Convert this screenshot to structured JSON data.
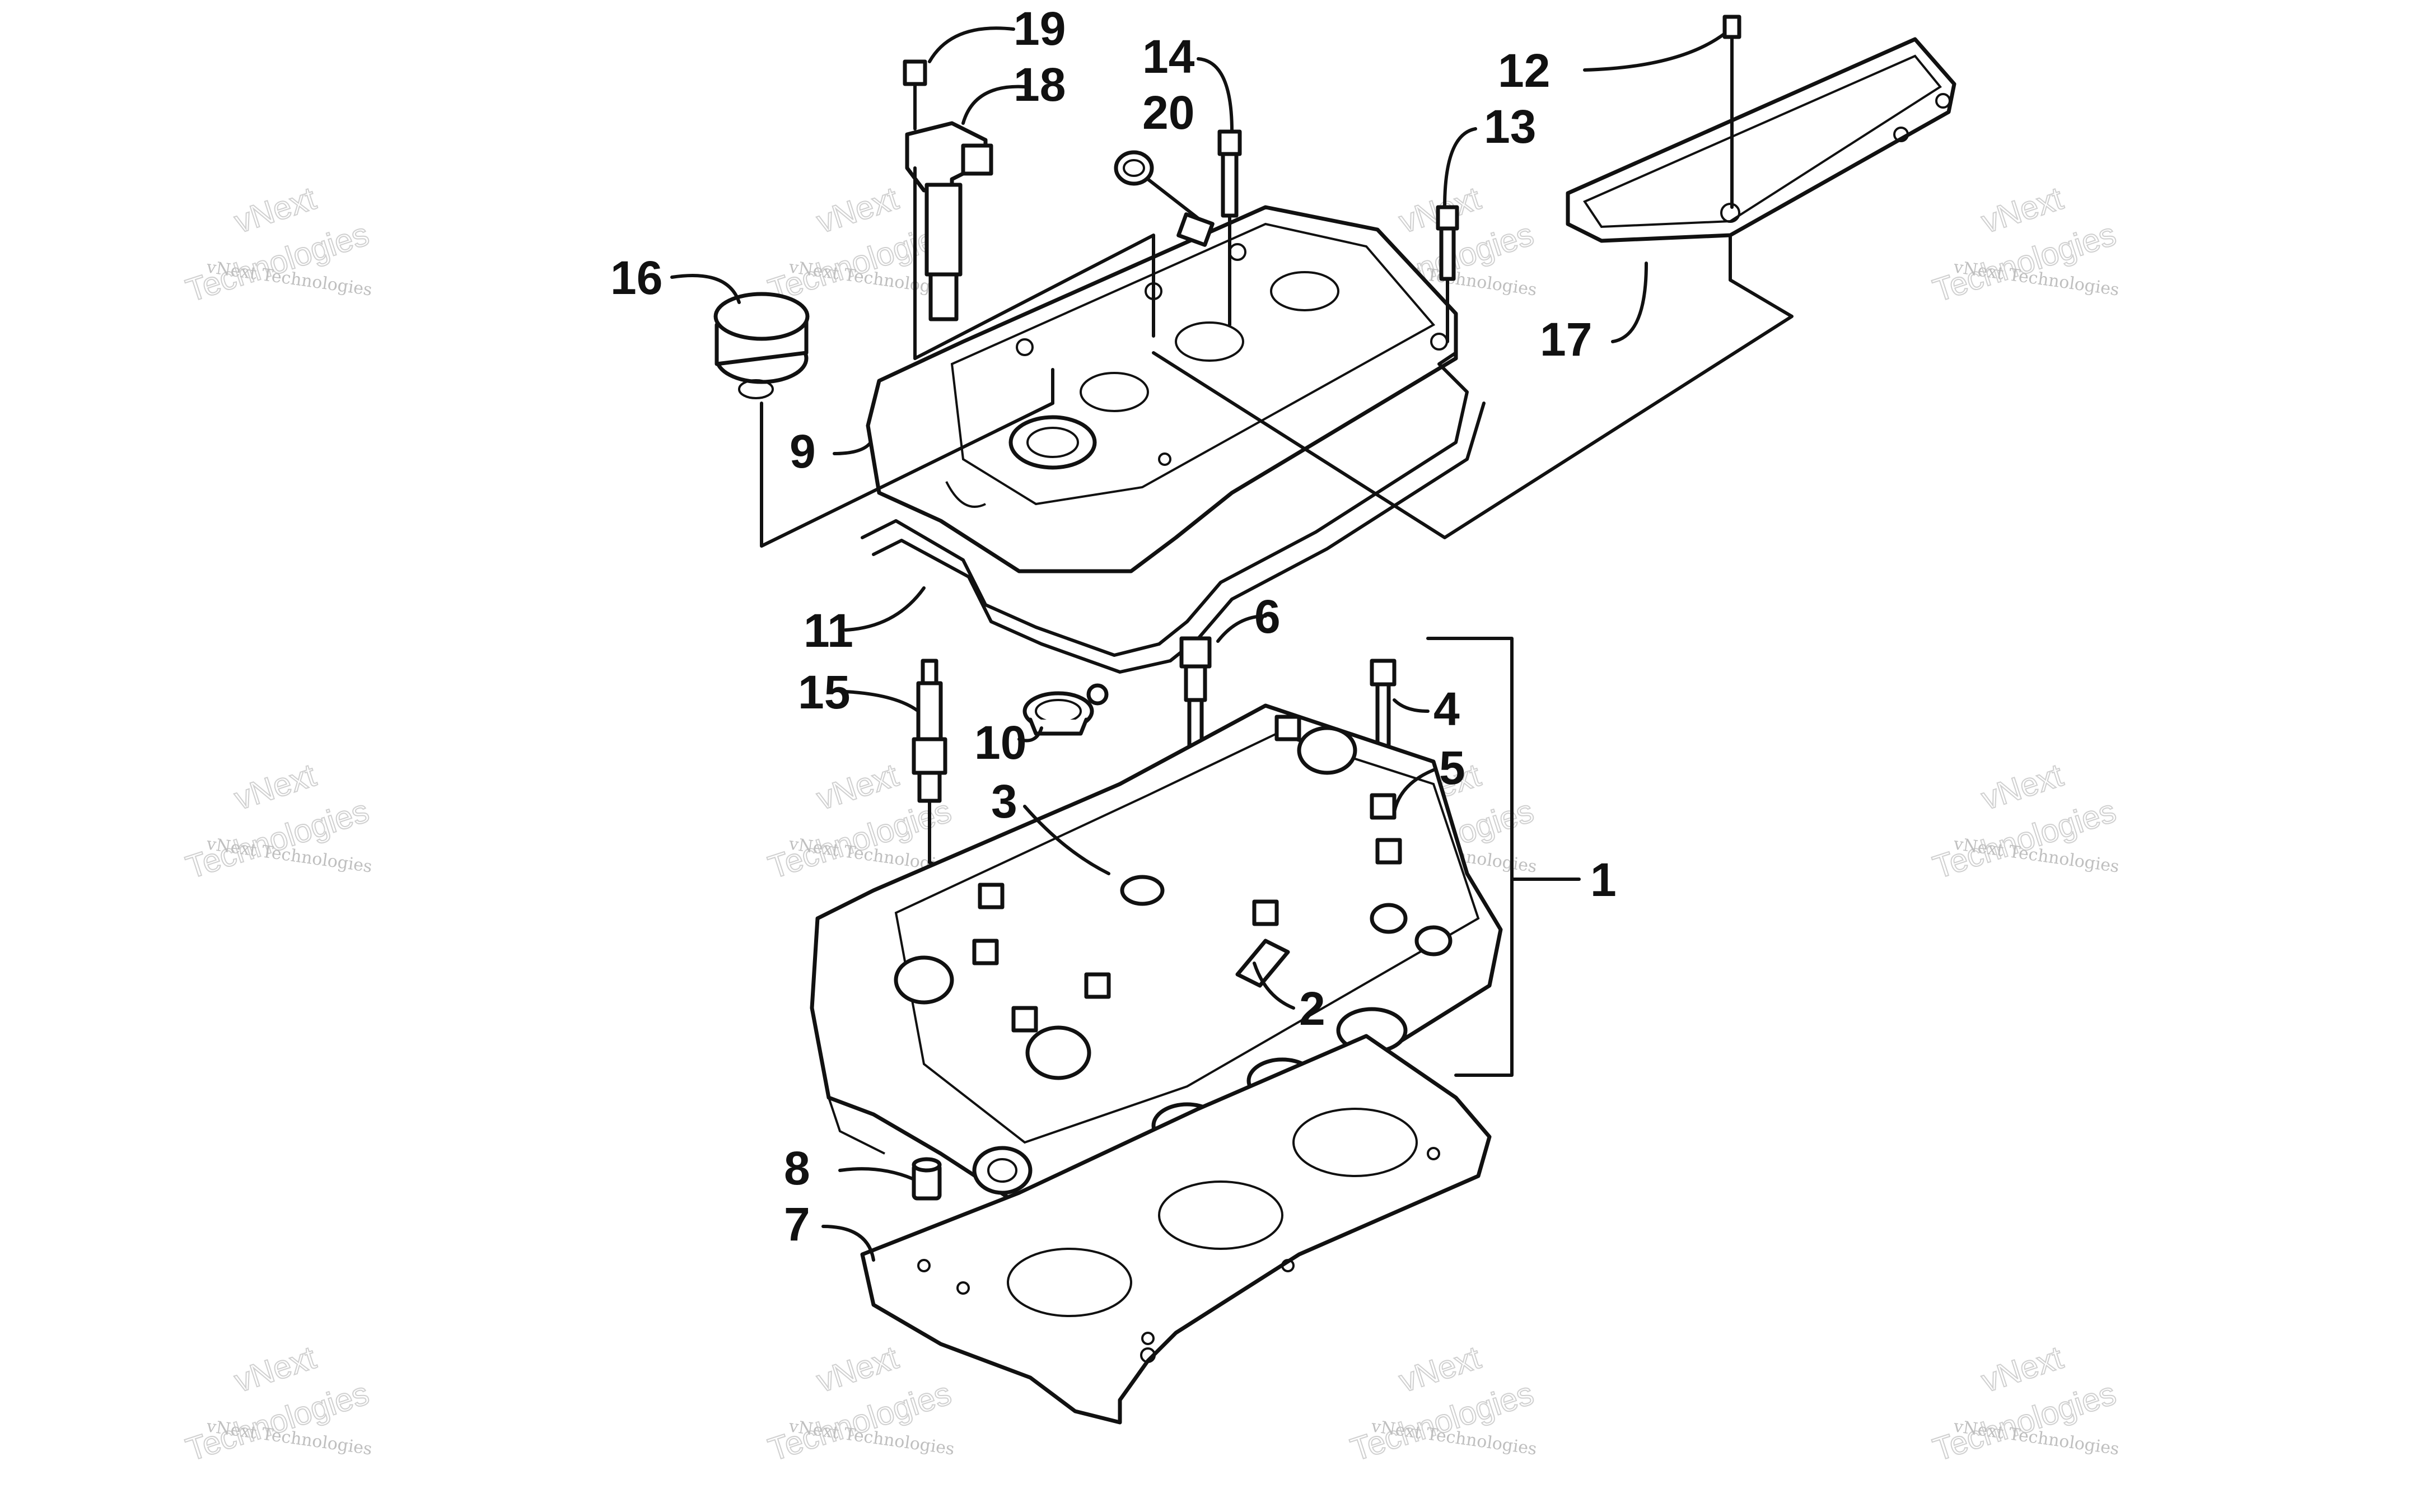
{
  "watermark": {
    "line1": "vNext Technologies",
    "line2": "vNext",
    "line3": "Technologies"
  },
  "callouts": [
    "1",
    "2",
    "3",
    "4",
    "5",
    "6",
    "7",
    "8",
    "9",
    "10",
    "11",
    "12",
    "13",
    "14",
    "15",
    "16",
    "17",
    "18",
    "19",
    "20"
  ],
  "icons": [
    "cylinder-head",
    "valve-cover",
    "head-gasket",
    "valve-cover-gasket",
    "spark-plug",
    "ignition-coil",
    "oil-filler-cap",
    "cover-plate"
  ]
}
